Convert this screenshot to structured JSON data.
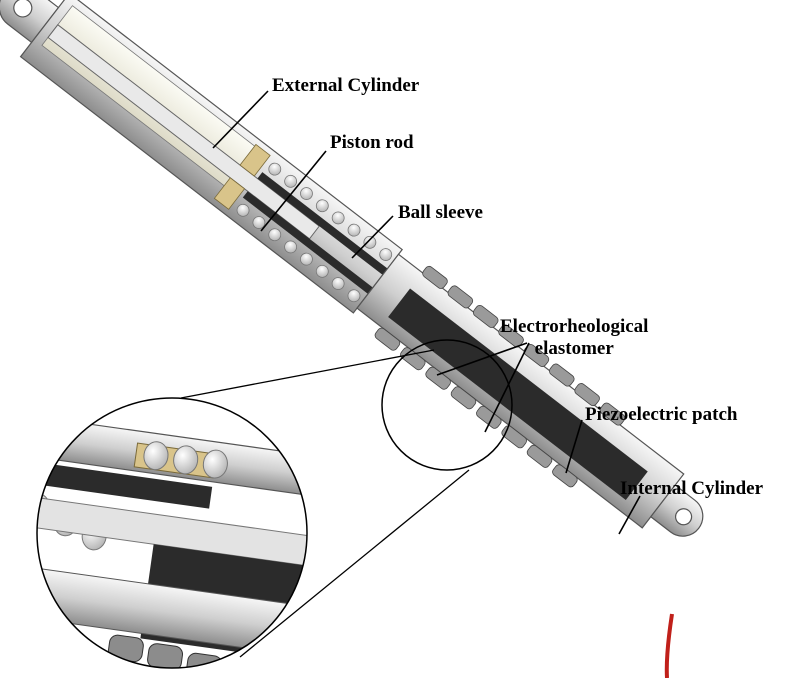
{
  "labels": {
    "external_cylinder": "External Cylinder",
    "piston_rod": "Piston rod",
    "ball_sleeve": "Ball sleeve",
    "er_elastomer_line1": "Electrorheological",
    "er_elastomer_line2": "elastomer",
    "piezo_patch": "Piezoelectric patch",
    "internal_cylinder": "Internal Cylinder"
  },
  "colors": {
    "metal": "#d9d9d9",
    "metal_dark": "#8a8a8a",
    "elastomer": "#2b2b2b",
    "ball": "#f4f4f4",
    "brass": "#d9c48a",
    "wire": "#c0201a",
    "line": "#000000"
  }
}
